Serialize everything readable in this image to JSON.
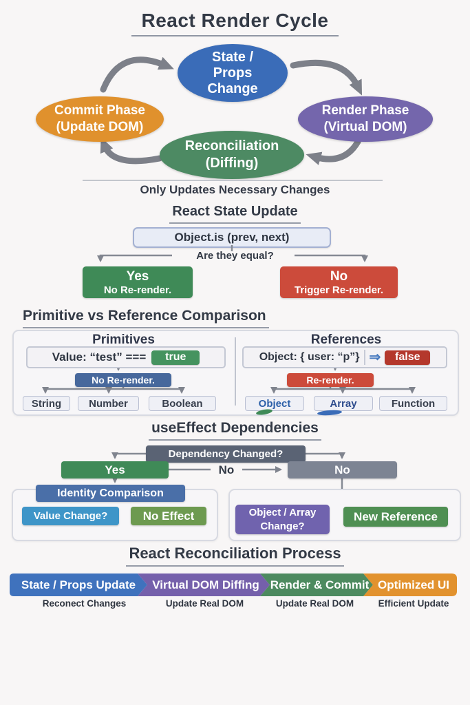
{
  "colors": {
    "background": "#f8f6f6",
    "text_dark": "#333a46",
    "arrow_gray": "#7d8089",
    "cycle_blue": "#3a6cb8",
    "cycle_purple": "#7466ac",
    "cycle_orange": "#e0912d",
    "cycle_green": "#4d8a63",
    "yes_green": "#3f8a57",
    "no_red": "#cc4b3b",
    "true_green": "#45935f",
    "false_red": "#b4382c",
    "no_rerender_blue": "#47689c",
    "root_slate": "#5a6374",
    "no_gray": "#7d8493",
    "identity_blue": "#4a6fa8",
    "value_change_cyan": "#3e95c8",
    "no_effect_olive": "#6d9a50",
    "object_array_violet": "#7063ae",
    "new_reference_green": "#4f8f53"
  },
  "cycle": {
    "title": "React Render Cycle",
    "node_state": [
      "State /",
      "Props",
      "Change"
    ],
    "node_render": [
      "Render Phase",
      "(Virtual DOM)"
    ],
    "node_reconciliation": [
      "Reconciliation",
      "(Diffing)"
    ],
    "node_commit": [
      "Commit Phase",
      "(Update DOM)"
    ],
    "caption": "Only Updates Necessary Changes"
  },
  "state_update": {
    "title": "React State Update",
    "condition": "Object.is (prev, next)",
    "question": "Are they equal?",
    "yes_label": "Yes",
    "yes_sub": "No Re-render.",
    "no_label": "No",
    "no_sub": "Trigger Re-render."
  },
  "comparison": {
    "title": "Primitive vs Reference Comparison",
    "primitives": {
      "heading": "Primitives",
      "expression": "Value: “test” ===",
      "result": "true",
      "outcome": "No Re-render.",
      "types": [
        "String",
        "Number",
        "Boolean"
      ]
    },
    "references": {
      "heading": "References",
      "expression": "Object: { user: “p”}",
      "arrow": "⇒",
      "result": "false",
      "outcome": "Re-render.",
      "types": [
        "Object",
        "Array",
        "Function"
      ]
    }
  },
  "use_effect": {
    "title": "useEffect Dependencies",
    "root": "Dependency Changed?",
    "yes_label": "Yes",
    "no_label": "No",
    "edge_label": "No",
    "identity_heading": "Identity Comparison",
    "identity_from": "Value Change?",
    "identity_to": "No Effect",
    "ref_from": "Object / Array Change?",
    "ref_to": "New Reference"
  },
  "reconciliation": {
    "title": "React Reconciliation Process",
    "steps": [
      {
        "label": "State / Props Update",
        "caption": "Reconect Changes",
        "color": "#3f72bd"
      },
      {
        "label": "Virtual DOM Diffing",
        "caption": "Update Real DOM",
        "color": "#7560ab"
      },
      {
        "label": "Render & Commit",
        "caption": "Update Real DOM",
        "color": "#4d8a5f"
      },
      {
        "label": "Optimized UI",
        "caption": "Efficient Update",
        "color": "#e2922e"
      }
    ]
  }
}
